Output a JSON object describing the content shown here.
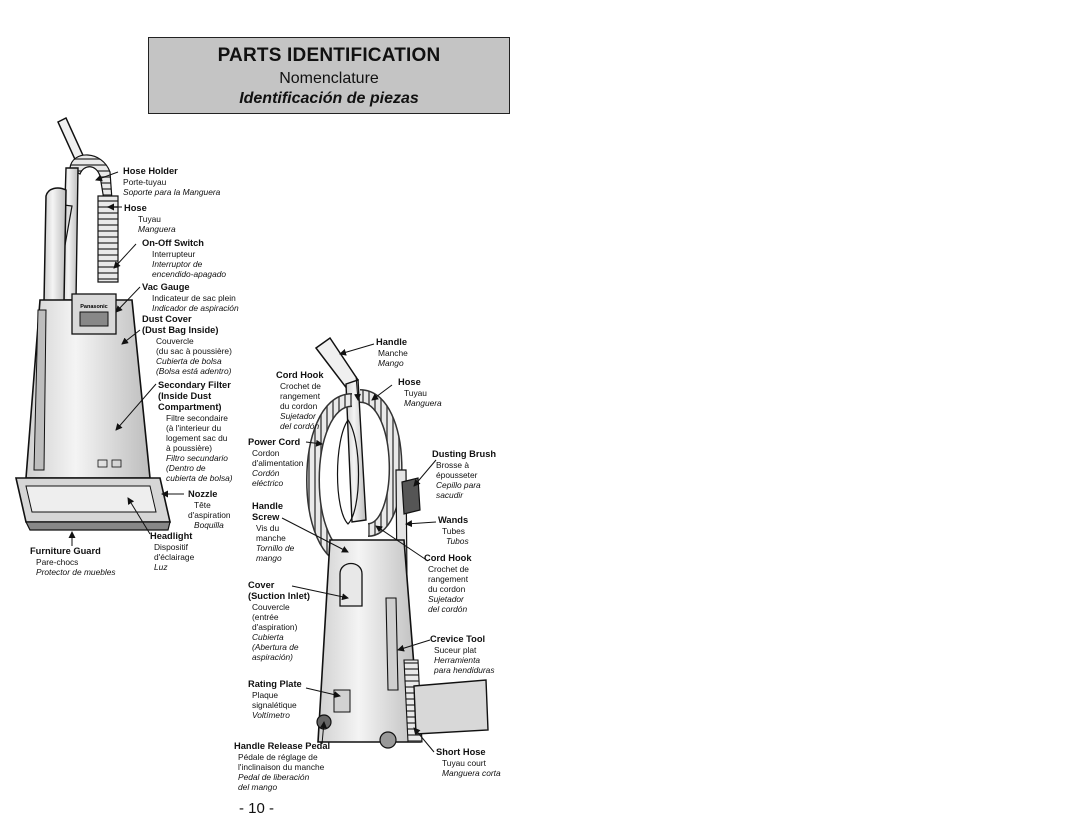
{
  "header": {
    "title": "PARTS IDENTIFICATION",
    "subtitle_fr": "Nomenclature",
    "subtitle_es": "Identificación de piezas"
  },
  "brand_badge": "Panasonic",
  "labels": {
    "hose_holder": {
      "en": "Hose Holder",
      "fr": "Porte-tuyau",
      "es": "Soporte para la Manguera"
    },
    "hose_left": {
      "en": "Hose",
      "fr": "Tuyau",
      "es": "Manguera"
    },
    "on_off": {
      "en": "On-Off Switch",
      "fr": "Interrupteur",
      "es1": "Interruptor de",
      "es2": "encendido-apagado"
    },
    "vac_gauge": {
      "en": "Vac Gauge",
      "fr": "Indicateur de sac plein",
      "es": "Indicador de aspiración"
    },
    "dust_cover": {
      "en1": "Dust Cover",
      "en2": "(Dust Bag Inside)",
      "fr1": "Couvercle",
      "fr2": "(du sac à poussière)",
      "es1": "Cubierta de bolsa",
      "es2": "(Bolsa está adentro)"
    },
    "secondary_filter": {
      "en1": "Secondary Filter",
      "en2": "(Inside Dust",
      "en3": "Compartment)",
      "fr1": "Filtre secondaire",
      "fr2": "(à l'interieur du",
      "fr3": "logement sac du",
      "fr4": "à poussière)",
      "es1": "Filtro secundario",
      "es2": "(Dentro de",
      "es3": "cubierta de bolsa)"
    },
    "nozzle": {
      "en": "Nozzle",
      "fr1": "Tête",
      "fr2": "d'aspiration",
      "es": "Boquilla"
    },
    "headlight": {
      "en": "Headlight",
      "fr1": "Dispositif",
      "fr2": "d'éclairage",
      "es": "Luz"
    },
    "furniture_guard": {
      "en": "Furniture Guard",
      "fr": "Pare-chocs",
      "es": "Protector de muebles"
    },
    "handle": {
      "en": "Handle",
      "fr": "Manche",
      "es": "Mango"
    },
    "cord_hook_top": {
      "en": "Cord Hook",
      "fr1": "Crochet de",
      "fr2": "rangement",
      "fr3": "du cordon",
      "es1": "Sujetador",
      "es2": "del cordón"
    },
    "hose_right": {
      "en": "Hose",
      "fr": "Tuyau",
      "es": "Manguera"
    },
    "power_cord": {
      "en": "Power Cord",
      "fr1": "Cordon",
      "fr2": "d'alimentation",
      "es1": "Cordón",
      "es2": "eléctrico"
    },
    "dusting_brush": {
      "en": "Dusting Brush",
      "fr1": "Brosse à",
      "fr2": "épousseter",
      "es1": "Cepillo para",
      "es2": "sacudir"
    },
    "handle_screw": {
      "en1": "Handle",
      "en2": "Screw",
      "fr1": "Vis du",
      "fr2": "manche",
      "es1": "Tornillo de",
      "es2": "mango"
    },
    "wands": {
      "en": "Wands",
      "fr": "Tubes",
      "es": "Tubos"
    },
    "cord_hook_bottom": {
      "en": "Cord Hook",
      "fr1": "Crochet de",
      "fr2": "rangement",
      "fr3": "du cordon",
      "es1": "Sujetador",
      "es2": "del cordón"
    },
    "cover_suction": {
      "en1": "Cover",
      "en2": "(Suction Inlet)",
      "fr1": "Couvercle",
      "fr2": "(entrée",
      "fr3": "d'aspiration)",
      "es1": "Cubierta",
      "es2": "(Abertura de",
      "es3": "aspiración)"
    },
    "crevice_tool": {
      "en": "Crevice Tool",
      "fr": "Suceur plat",
      "es1": "Herramienta",
      "es2": "para hendiduras"
    },
    "rating_plate": {
      "en": "Rating Plate",
      "fr1": "Plaque",
      "fr2": "signalétique",
      "es": "Voltímetro"
    },
    "handle_release": {
      "en": "Handle Release Pedal",
      "fr1": "Pédale de réglage de",
      "fr2": "l'inclinaison du manche",
      "es1": "Pedal de liberación",
      "es2": "del mango"
    },
    "short_hose": {
      "en": "Short Hose",
      "fr": "Tuyau court",
      "es": "Manguera corta"
    }
  },
  "page_number": "- 10 -"
}
